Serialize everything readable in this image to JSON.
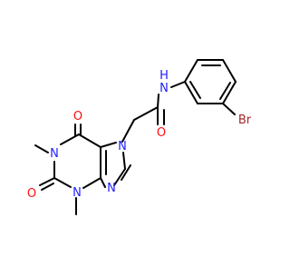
{
  "molecule": {
    "atoms": {
      "n_amide": "N",
      "h_amide": "H",
      "br": "Br",
      "o_amide": "O",
      "o_upper": "O",
      "o_lower": "O",
      "n1": "N",
      "n3": "N",
      "n7": "N",
      "n9": "N"
    }
  },
  "colors": {
    "carbon_bond": "#000000",
    "nitrogen": "#1f1fff",
    "oxygen": "#ff0d0d",
    "bromine": "#a62929"
  }
}
